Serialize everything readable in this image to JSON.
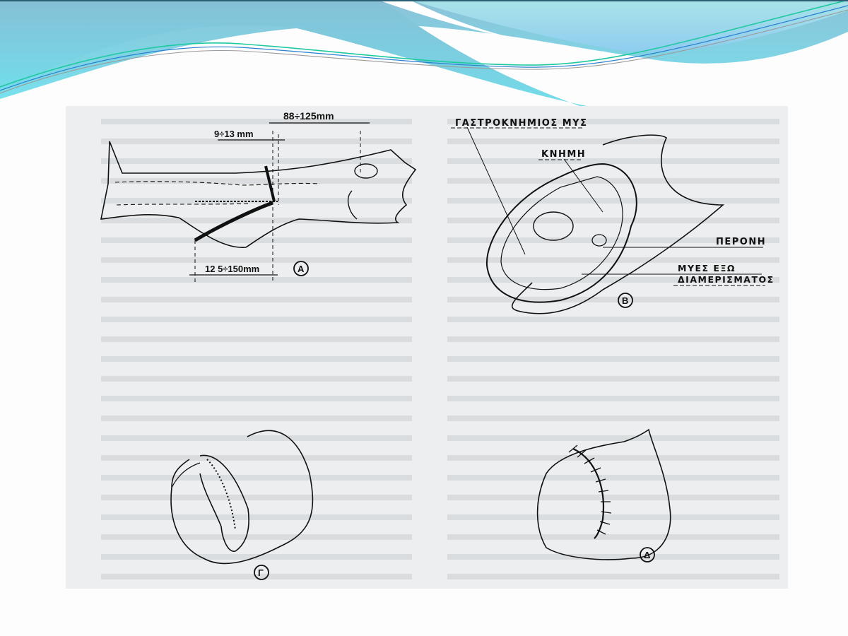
{
  "slide": {
    "theme_colors": {
      "wave_dark": "#6fb6d1",
      "wave_light": "#9fdde6",
      "wave_cyan": "#6fdde8",
      "line_blue": "#2a7fd0",
      "line_green": "#1fc9a0",
      "line_gray": "#9a9a9a",
      "background": "#fdfdfd"
    }
  },
  "figure": {
    "panel_a": {
      "dim_top": "88÷125mm",
      "dim_mid": "9÷13 mm",
      "dim_bottom": "12 5÷150mm",
      "panel_letter": "A"
    },
    "panel_b": {
      "label_gastrocnemius": "ΓΑΣΤΡΟΚΝΗΜΙΟΣ  ΜΥΣ",
      "label_tibia": "ΚΝΗΜΗ",
      "label_fibula": "ΠΕΡΟΝΗ",
      "label_muscles_line1": "ΜΥΕΣ  ΕΞΩ",
      "label_muscles_line2": "ΔΙΑΜΕΡΙΣΜΑΤΟΣ",
      "panel_letter": "B"
    },
    "panel_g": {
      "panel_letter": "Γ"
    },
    "panel_d": {
      "panel_letter": "Δ"
    }
  }
}
